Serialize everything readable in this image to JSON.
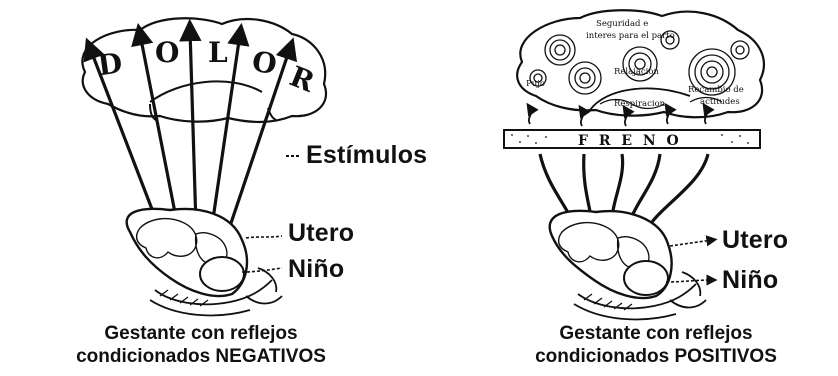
{
  "left": {
    "brain_word": [
      "D",
      "O",
      "L",
      "O",
      "R"
    ],
    "stimuli_label": "Estímulos",
    "uterus_label": "Utero",
    "baby_label": "Niño",
    "caption_line1": "Gestante con reflejos",
    "caption_line2": "condicionados NEGATIVOS"
  },
  "right": {
    "brain_texts": [
      "Seguridad e",
      "interes para el parto",
      "Pujo",
      "Relajacion",
      "Respiracion",
      "Recambio de",
      "actitudes"
    ],
    "brake_label": "F R E N O",
    "uterus_label": "Utero",
    "baby_label": "Niño",
    "caption_line1": "Gestante con reflejos",
    "caption_line2": "condicionados POSITIVOS"
  }
}
